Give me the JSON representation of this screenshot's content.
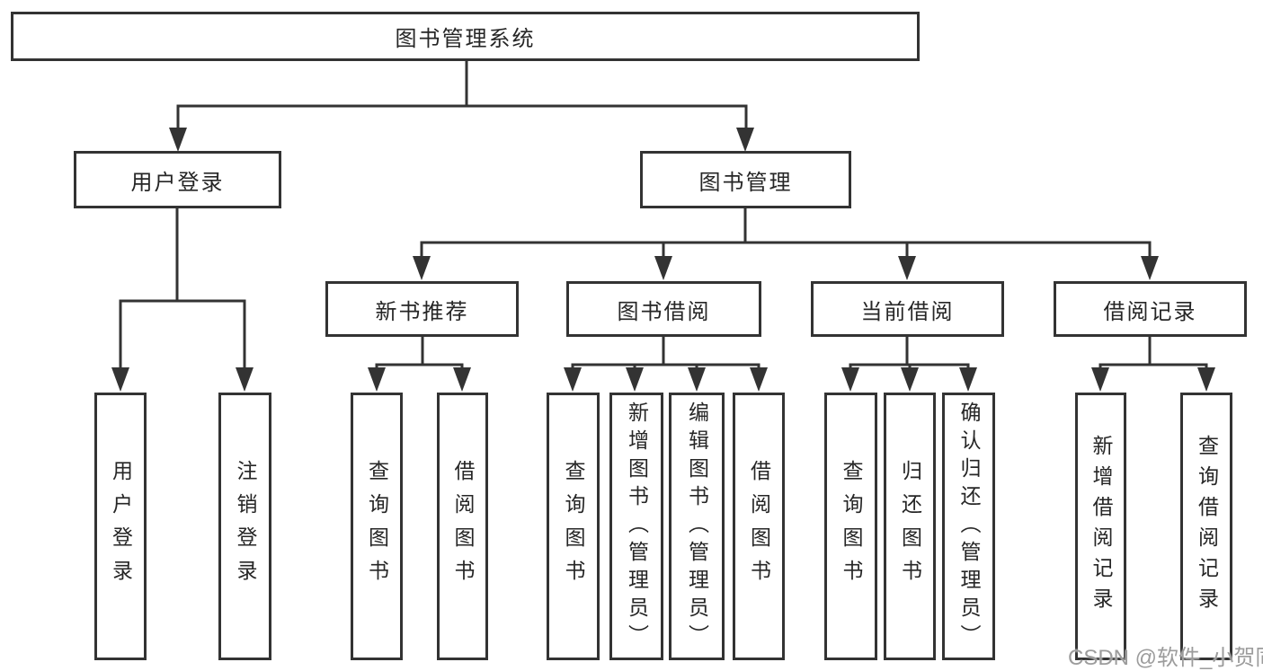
{
  "diagram": {
    "type": "tree",
    "nodes": {
      "root": "图书管理系统",
      "level2": [
        "用户登录",
        "图书管理"
      ],
      "level3": [
        "新书推荐",
        "图书借阅",
        "当前借阅",
        "借阅记录"
      ],
      "leaves": {
        "user_login": [
          "用户登录",
          "注销登录"
        ],
        "new_book_recommend": [
          "查询图书",
          "借阅图书"
        ],
        "book_borrow": [
          "查询图书",
          "新增图书（管理员）",
          "编辑图书（管理员）",
          "借阅图书"
        ],
        "current_borrow": [
          "查询图书",
          "归还图书",
          "确认归还（管理员）"
        ],
        "borrow_records": [
          "新增借阅记录",
          "查询借阅记录"
        ]
      }
    },
    "edges": [
      [
        "图书管理系统",
        "用户登录"
      ],
      [
        "图书管理系统",
        "图书管理"
      ],
      [
        "用户登录",
        "用户登录"
      ],
      [
        "用户登录",
        "注销登录"
      ],
      [
        "图书管理",
        "新书推荐"
      ],
      [
        "图书管理",
        "图书借阅"
      ],
      [
        "图书管理",
        "当前借阅"
      ],
      [
        "图书管理",
        "借阅记录"
      ],
      [
        "新书推荐",
        "查询图书"
      ],
      [
        "新书推荐",
        "借阅图书"
      ],
      [
        "图书借阅",
        "查询图书"
      ],
      [
        "图书借阅",
        "新增图书（管理员）"
      ],
      [
        "图书借阅",
        "编辑图书（管理员）"
      ],
      [
        "图书借阅",
        "借阅图书"
      ],
      [
        "当前借阅",
        "查询图书"
      ],
      [
        "当前借阅",
        "归还图书"
      ],
      [
        "当前借阅",
        "确认归还（管理员）"
      ],
      [
        "借阅记录",
        "新增借阅记录"
      ],
      [
        "借阅记录",
        "查询借阅记录"
      ]
    ],
    "colors": {
      "line": "#333333",
      "text": "#262626",
      "background": "#ffffff",
      "watermark": "#9c9c9c"
    }
  },
  "watermark": "CSDN @软件_小贺同学"
}
